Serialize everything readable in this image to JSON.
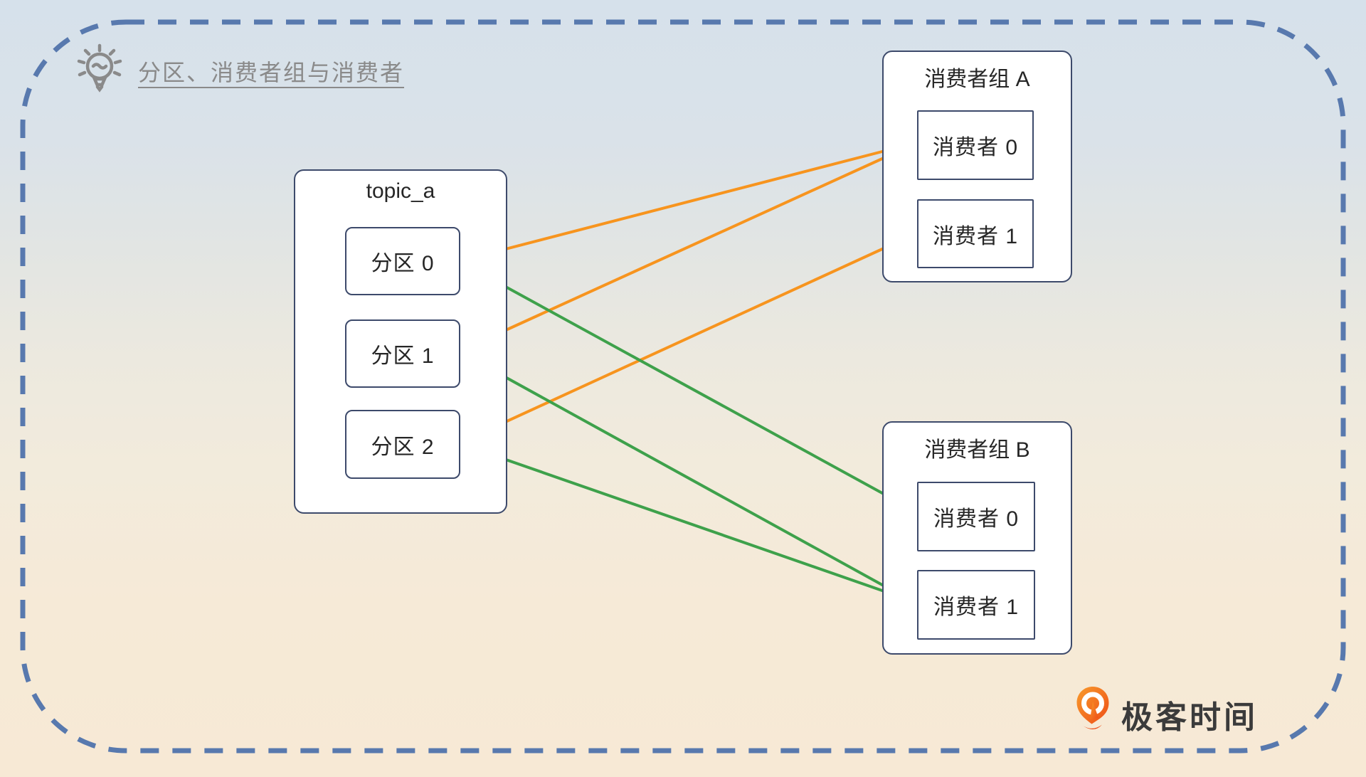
{
  "page": {
    "title": "分区、消费者组与消费者"
  },
  "topic": {
    "label": "topic_a",
    "partitions": [
      {
        "label": "分区 0"
      },
      {
        "label": "分区 1"
      },
      {
        "label": "分区 2"
      }
    ]
  },
  "groups": [
    {
      "label": "消费者组 A",
      "consumers": [
        {
          "label": "消费者 0"
        },
        {
          "label": "消费者 1"
        }
      ]
    },
    {
      "label": "消费者组 B",
      "consumers": [
        {
          "label": "消费者 0"
        },
        {
          "label": "消费者 1"
        }
      ]
    }
  ],
  "edges": [
    {
      "from": "partition-0",
      "to": "group-a-consumer-0",
      "color": "orange"
    },
    {
      "from": "partition-1",
      "to": "group-a-consumer-0",
      "color": "orange"
    },
    {
      "from": "partition-2",
      "to": "group-a-consumer-1",
      "color": "orange"
    },
    {
      "from": "partition-0",
      "to": "group-b-consumer-0",
      "color": "green"
    },
    {
      "from": "partition-1",
      "to": "group-b-consumer-1",
      "color": "green"
    },
    {
      "from": "partition-2",
      "to": "group-b-consumer-1",
      "color": "green"
    }
  ],
  "colors": {
    "orange": "#F7941E",
    "green": "#3EA14B",
    "box_border": "#3D4A6B",
    "frame_dash": "#5879AE",
    "title_text": "#8A8A8A",
    "label_text": "#262626"
  },
  "logo": {
    "text": "极客时间"
  }
}
